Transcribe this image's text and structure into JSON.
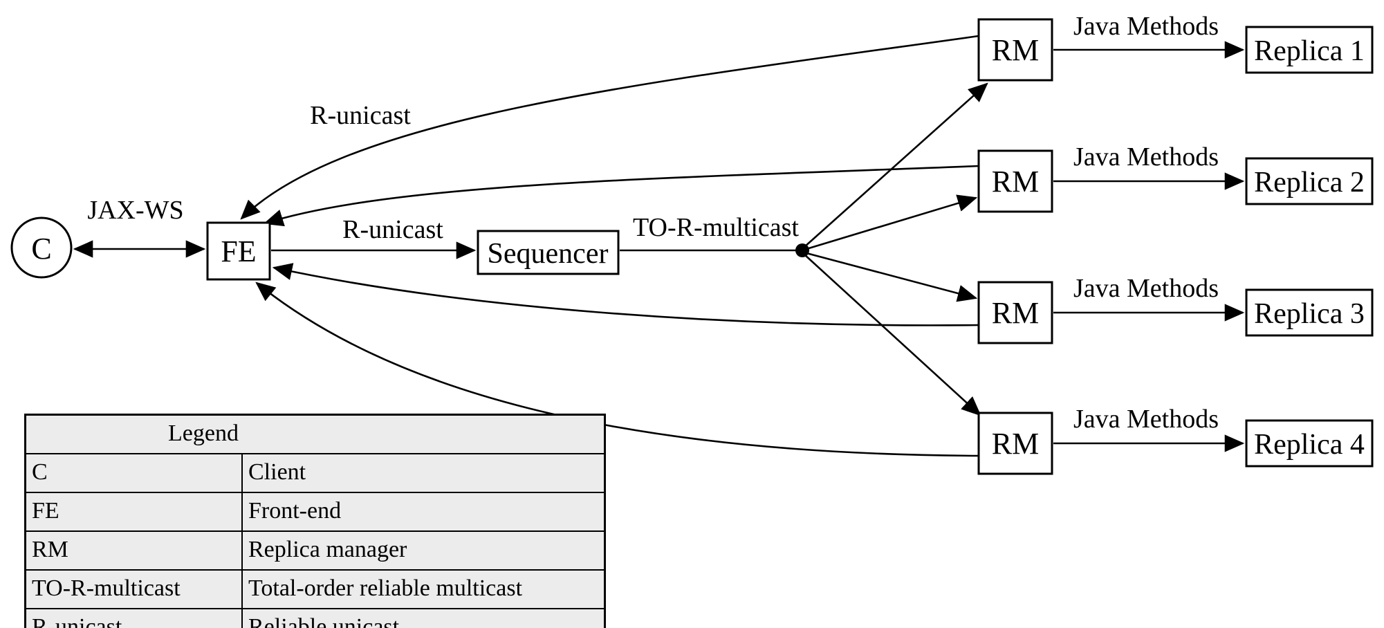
{
  "diagram": {
    "nodes": {
      "client": "C",
      "front_end": "FE",
      "sequencer": "Sequencer",
      "replica_managers": [
        "RM",
        "RM",
        "RM",
        "RM"
      ],
      "replicas": [
        "Replica 1",
        "Replica 2",
        "Replica 3",
        "Replica 4"
      ]
    },
    "edge_labels": {
      "client_fe": "JAX-WS",
      "rm_fe_return": "R-unicast",
      "fe_sequencer": "R-unicast",
      "sequencer_multicast": "TO-R-multicast",
      "rm_replica": [
        "Java Methods",
        "Java Methods",
        "Java Methods",
        "Java Methods"
      ]
    }
  },
  "legend": {
    "title": "Legend",
    "rows": [
      {
        "key": "C",
        "value": "Client"
      },
      {
        "key": "FE",
        "value": "Front-end"
      },
      {
        "key": "RM",
        "value": "Replica manager"
      },
      {
        "key": "TO-R-multicast",
        "value": "Total-order reliable multicast"
      },
      {
        "key": "R-unicast",
        "value": "Reliable unicast"
      }
    ]
  },
  "colors": {
    "line": "#000000",
    "background": "#ffffff",
    "legend_background": "#ececec"
  }
}
